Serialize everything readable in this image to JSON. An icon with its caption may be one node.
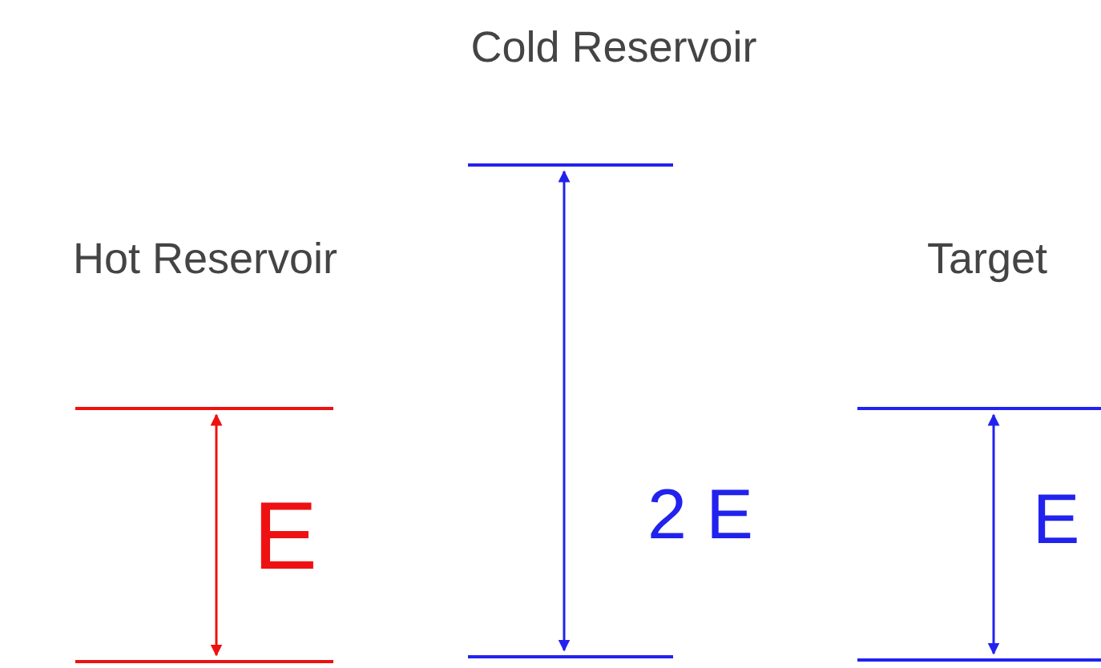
{
  "diagram": {
    "labels": [
      "Cold Reservoir",
      "Hot Reservoir",
      "Target",
      "E",
      "2 E",
      "E"
    ]
  }
}
